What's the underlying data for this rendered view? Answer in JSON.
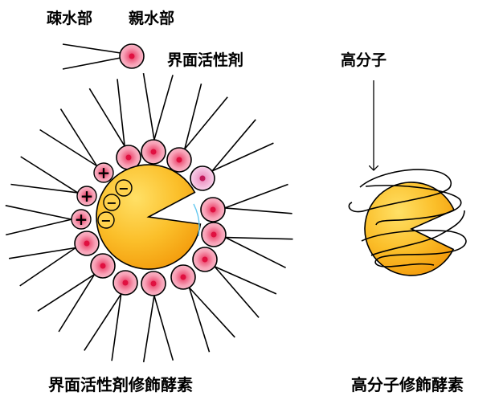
{
  "labels": {
    "hydrophobic": "疎水部",
    "hydrophilic": "親水部",
    "surfactant": "界面活性剤",
    "polymer": "高分子",
    "caption_left": "界面活性剤修飾酵素",
    "caption_right": "高分子修飾酵素"
  },
  "charges": {
    "positive": "+",
    "negative": "−"
  },
  "colors": {
    "head_fill": "#f7a1b6",
    "head_center": "#e8365e",
    "head_light_fill": "#f6c8e6",
    "head_light_center": "#d2417f",
    "enzyme_light": "#ffe066",
    "enzyme_dark": "#f39a0b",
    "stroke": "#000000",
    "highlight": "#64c8f0"
  },
  "icons": [
    "surfactant-molecule-icon",
    "enzyme-pacman-icon",
    "polymer-chain-icon",
    "arrow-down-icon"
  ]
}
